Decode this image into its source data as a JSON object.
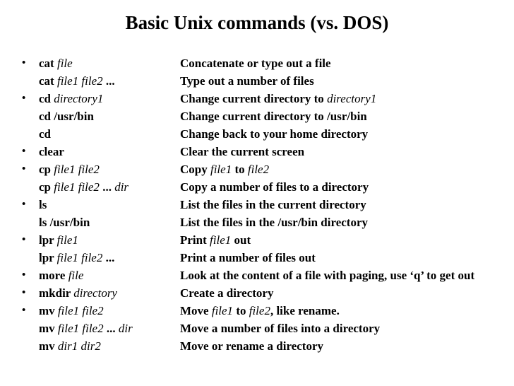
{
  "title": "Basic Unix commands (vs. DOS)",
  "bullet_glyph": "•",
  "colors": {
    "background": "#ffffff",
    "text": "#000000"
  },
  "rows": [
    {
      "bullet": true,
      "command": [
        {
          "t": "cat ",
          "s": "b"
        },
        {
          "t": "file",
          "s": "i"
        }
      ],
      "description": [
        {
          "t": "Concatenate or type out a file",
          "s": "b"
        }
      ]
    },
    {
      "bullet": false,
      "command": [
        {
          "t": "cat ",
          "s": "b"
        },
        {
          "t": "file1 file2",
          "s": "i"
        },
        {
          "t": " ...",
          "s": "b"
        }
      ],
      "description": [
        {
          "t": "Type out a number of files",
          "s": "b"
        }
      ]
    },
    {
      "bullet": true,
      "command": [
        {
          "t": "cd ",
          "s": "b"
        },
        {
          "t": "directory1",
          "s": "i"
        }
      ],
      "description": [
        {
          "t": "Change current directory to ",
          "s": "b"
        },
        {
          "t": "directory1",
          "s": "i"
        }
      ]
    },
    {
      "bullet": false,
      "command": [
        {
          "t": "cd /usr/bin",
          "s": "b"
        }
      ],
      "description": [
        {
          "t": "Change current directory to /usr/bin",
          "s": "b"
        }
      ]
    },
    {
      "bullet": false,
      "command": [
        {
          "t": "cd",
          "s": "b"
        }
      ],
      "description": [
        {
          "t": "Change back to your home directory",
          "s": "b"
        }
      ]
    },
    {
      "bullet": true,
      "command": [
        {
          "t": "clear",
          "s": "b"
        }
      ],
      "description": [
        {
          "t": "Clear the current screen",
          "s": "b"
        }
      ]
    },
    {
      "bullet": true,
      "command": [
        {
          "t": "cp ",
          "s": "b"
        },
        {
          "t": "file1 file2",
          "s": "i"
        }
      ],
      "description": [
        {
          "t": "Copy ",
          "s": "b"
        },
        {
          "t": "file1",
          "s": "i"
        },
        {
          "t": " to ",
          "s": "b"
        },
        {
          "t": "file2",
          "s": "i"
        }
      ]
    },
    {
      "bullet": false,
      "command": [
        {
          "t": "cp ",
          "s": "b"
        },
        {
          "t": "file1 file2",
          "s": "i"
        },
        {
          "t": " ... ",
          "s": "b"
        },
        {
          "t": "dir",
          "s": "i"
        }
      ],
      "description": [
        {
          "t": "Copy a number of files to a directory",
          "s": "b"
        }
      ]
    },
    {
      "bullet": true,
      "command": [
        {
          "t": "ls",
          "s": "b"
        }
      ],
      "description": [
        {
          "t": "List the files in the current directory",
          "s": "b"
        }
      ]
    },
    {
      "bullet": false,
      "command": [
        {
          "t": "ls /usr/bin",
          "s": "b"
        }
      ],
      "description": [
        {
          "t": "List the files in the /usr/bin directory",
          "s": "b"
        }
      ]
    },
    {
      "bullet": true,
      "command": [
        {
          "t": "lpr ",
          "s": "b"
        },
        {
          "t": "file1",
          "s": "i"
        }
      ],
      "description": [
        {
          "t": "Print ",
          "s": "b"
        },
        {
          "t": "file1",
          "s": "i"
        },
        {
          "t": " out",
          "s": "b"
        }
      ]
    },
    {
      "bullet": false,
      "command": [
        {
          "t": "lpr ",
          "s": "b"
        },
        {
          "t": "file1 file2",
          "s": "i"
        },
        {
          "t": " ...",
          "s": "b"
        }
      ],
      "description": [
        {
          "t": "Print a number of files out",
          "s": "b"
        }
      ]
    },
    {
      "bullet": true,
      "command": [
        {
          "t": "more ",
          "s": "b"
        },
        {
          "t": "file",
          "s": "i"
        }
      ],
      "description": [
        {
          "t": "Look at the content of a file with paging, use ‘q’ to get out",
          "s": "b"
        }
      ]
    },
    {
      "bullet": true,
      "command": [
        {
          "t": "mkdir ",
          "s": "b"
        },
        {
          "t": "directory",
          "s": "i"
        }
      ],
      "description": [
        {
          "t": "Create a directory",
          "s": "b"
        }
      ]
    },
    {
      "bullet": true,
      "command": [
        {
          "t": "mv ",
          "s": "b"
        },
        {
          "t": "file1 file2",
          "s": "i"
        }
      ],
      "description": [
        {
          "t": "Move ",
          "s": "b"
        },
        {
          "t": "file1",
          "s": "i"
        },
        {
          "t": " to ",
          "s": "b"
        },
        {
          "t": "file2",
          "s": "i"
        },
        {
          "t": ", like rename.",
          "s": "b"
        }
      ]
    },
    {
      "bullet": false,
      "command": [
        {
          "t": "mv ",
          "s": "b"
        },
        {
          "t": "file1 file2",
          "s": "i"
        },
        {
          "t": " ... ",
          "s": "b"
        },
        {
          "t": "dir",
          "s": "i"
        }
      ],
      "description": [
        {
          "t": "Move a number of files into a directory",
          "s": "b"
        }
      ]
    },
    {
      "bullet": false,
      "command": [
        {
          "t": "mv ",
          "s": "b"
        },
        {
          "t": "dir1 dir2",
          "s": "i"
        }
      ],
      "description": [
        {
          "t": "Move or rename a directory",
          "s": "b"
        }
      ]
    }
  ]
}
